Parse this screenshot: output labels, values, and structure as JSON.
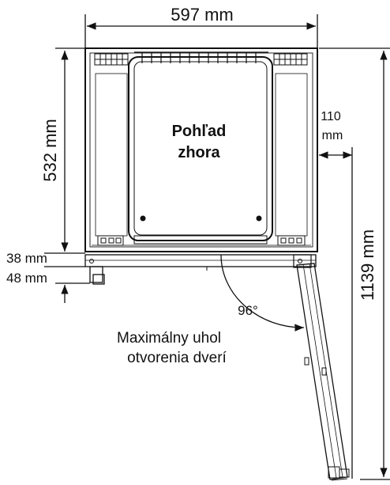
{
  "dimensions": {
    "width": "597 mm",
    "depth": "532 mm",
    "door_clearance_a": "38 mm",
    "door_clearance_b": "48 mm",
    "side_gap_value": "110",
    "side_gap_unit": "mm",
    "total_depth": "1139 mm",
    "door_angle": "96°"
  },
  "view_title": {
    "line1": "Pohľad",
    "line2": "zhora"
  },
  "caption": {
    "line1": "Maximálny uhol",
    "line2": "otvorenia dverí"
  }
}
